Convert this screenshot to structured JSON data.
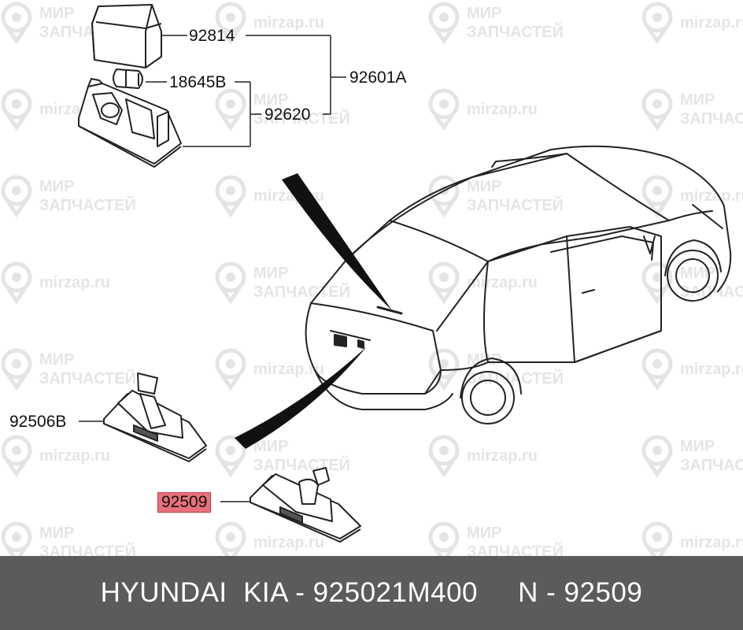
{
  "watermarks": {
    "line1_ru": "МИР",
    "line2_ru": "ЗАПЧАСТЕЙ",
    "domain": "mirzap.ru"
  },
  "callouts": {
    "cover": "92814",
    "bulb": "18645B",
    "assembly": "92601A",
    "housing": "92620",
    "lamp_left": "92506B",
    "lamp_right": "92509"
  },
  "footer": {
    "text": "HYUNDAI  KIA - 925021M400     N - 92509"
  },
  "colors": {
    "highlight": "#e8707a",
    "footer_bg": "#5b5b5b",
    "line_art": "#222222"
  }
}
